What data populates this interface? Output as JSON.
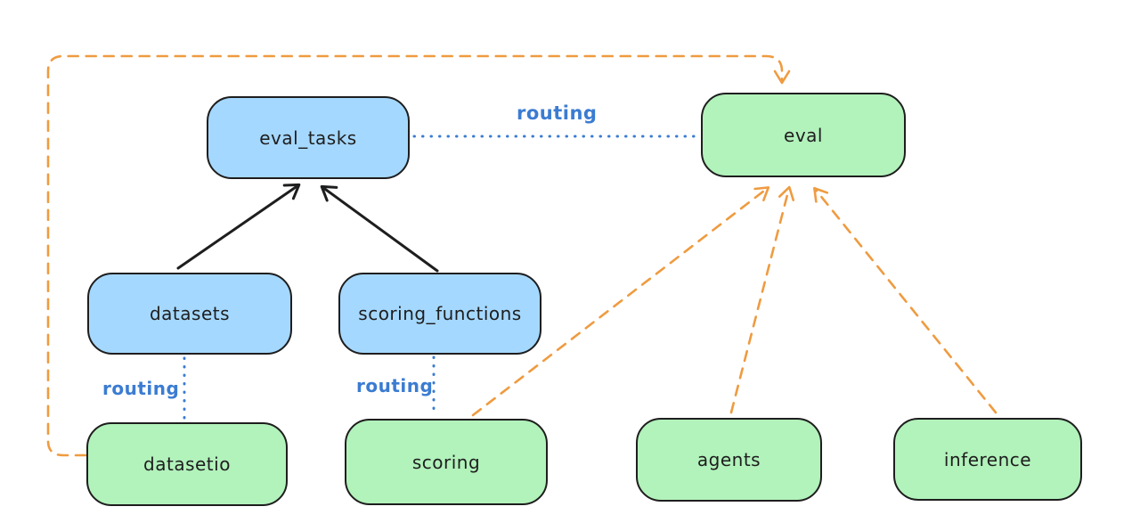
{
  "diagram": {
    "colors": {
      "background": "#ffffff",
      "node_stroke": "#1e1e1e",
      "blue_fill": "#a5d8ff",
      "green_fill": "#b2f2bb",
      "black_arrow": "#1e1e1e",
      "routing_blue": "#3b7cd2",
      "orange_dashed": "#ef9b40"
    },
    "nodes": {
      "eval_tasks": {
        "label": "eval_tasks",
        "fill": "#a5d8ff"
      },
      "eval": {
        "label": "eval",
        "fill": "#b2f2bb"
      },
      "datasets": {
        "label": "datasets",
        "fill": "#a5d8ff"
      },
      "scoring_functions": {
        "label": "scoring_functions",
        "fill": "#a5d8ff"
      },
      "datasetio": {
        "label": "datasetio",
        "fill": "#b2f2bb"
      },
      "scoring": {
        "label": "scoring",
        "fill": "#b2f2bb"
      },
      "agents": {
        "label": "agents",
        "fill": "#b2f2bb"
      },
      "inference": {
        "label": "inference",
        "fill": "#b2f2bb"
      }
    },
    "edges": [
      {
        "from": "datasets",
        "to": "eval_tasks",
        "style": "solid",
        "arrow": true,
        "color": "#1e1e1e",
        "label": ""
      },
      {
        "from": "scoring_functions",
        "to": "eval_tasks",
        "style": "solid",
        "arrow": true,
        "color": "#1e1e1e",
        "label": ""
      },
      {
        "from": "eval_tasks",
        "to": "eval",
        "style": "dotted",
        "arrow": false,
        "color": "#3b7cd2",
        "label": "routing"
      },
      {
        "from": "datasets",
        "to": "datasetio",
        "style": "dotted",
        "arrow": false,
        "color": "#3b7cd2",
        "label": "routing"
      },
      {
        "from": "scoring_functions",
        "to": "scoring",
        "style": "dotted",
        "arrow": false,
        "color": "#3b7cd2",
        "label": "routing"
      },
      {
        "from": "datasetio",
        "to": "eval",
        "style": "dashed",
        "arrow": true,
        "color": "#ef9b40",
        "label": ""
      },
      {
        "from": "scoring",
        "to": "eval",
        "style": "dashed",
        "arrow": true,
        "color": "#ef9b40",
        "label": ""
      },
      {
        "from": "agents",
        "to": "eval",
        "style": "dashed",
        "arrow": true,
        "color": "#ef9b40",
        "label": ""
      },
      {
        "from": "inference",
        "to": "eval",
        "style": "dashed",
        "arrow": true,
        "color": "#ef9b40",
        "label": ""
      }
    ]
  }
}
